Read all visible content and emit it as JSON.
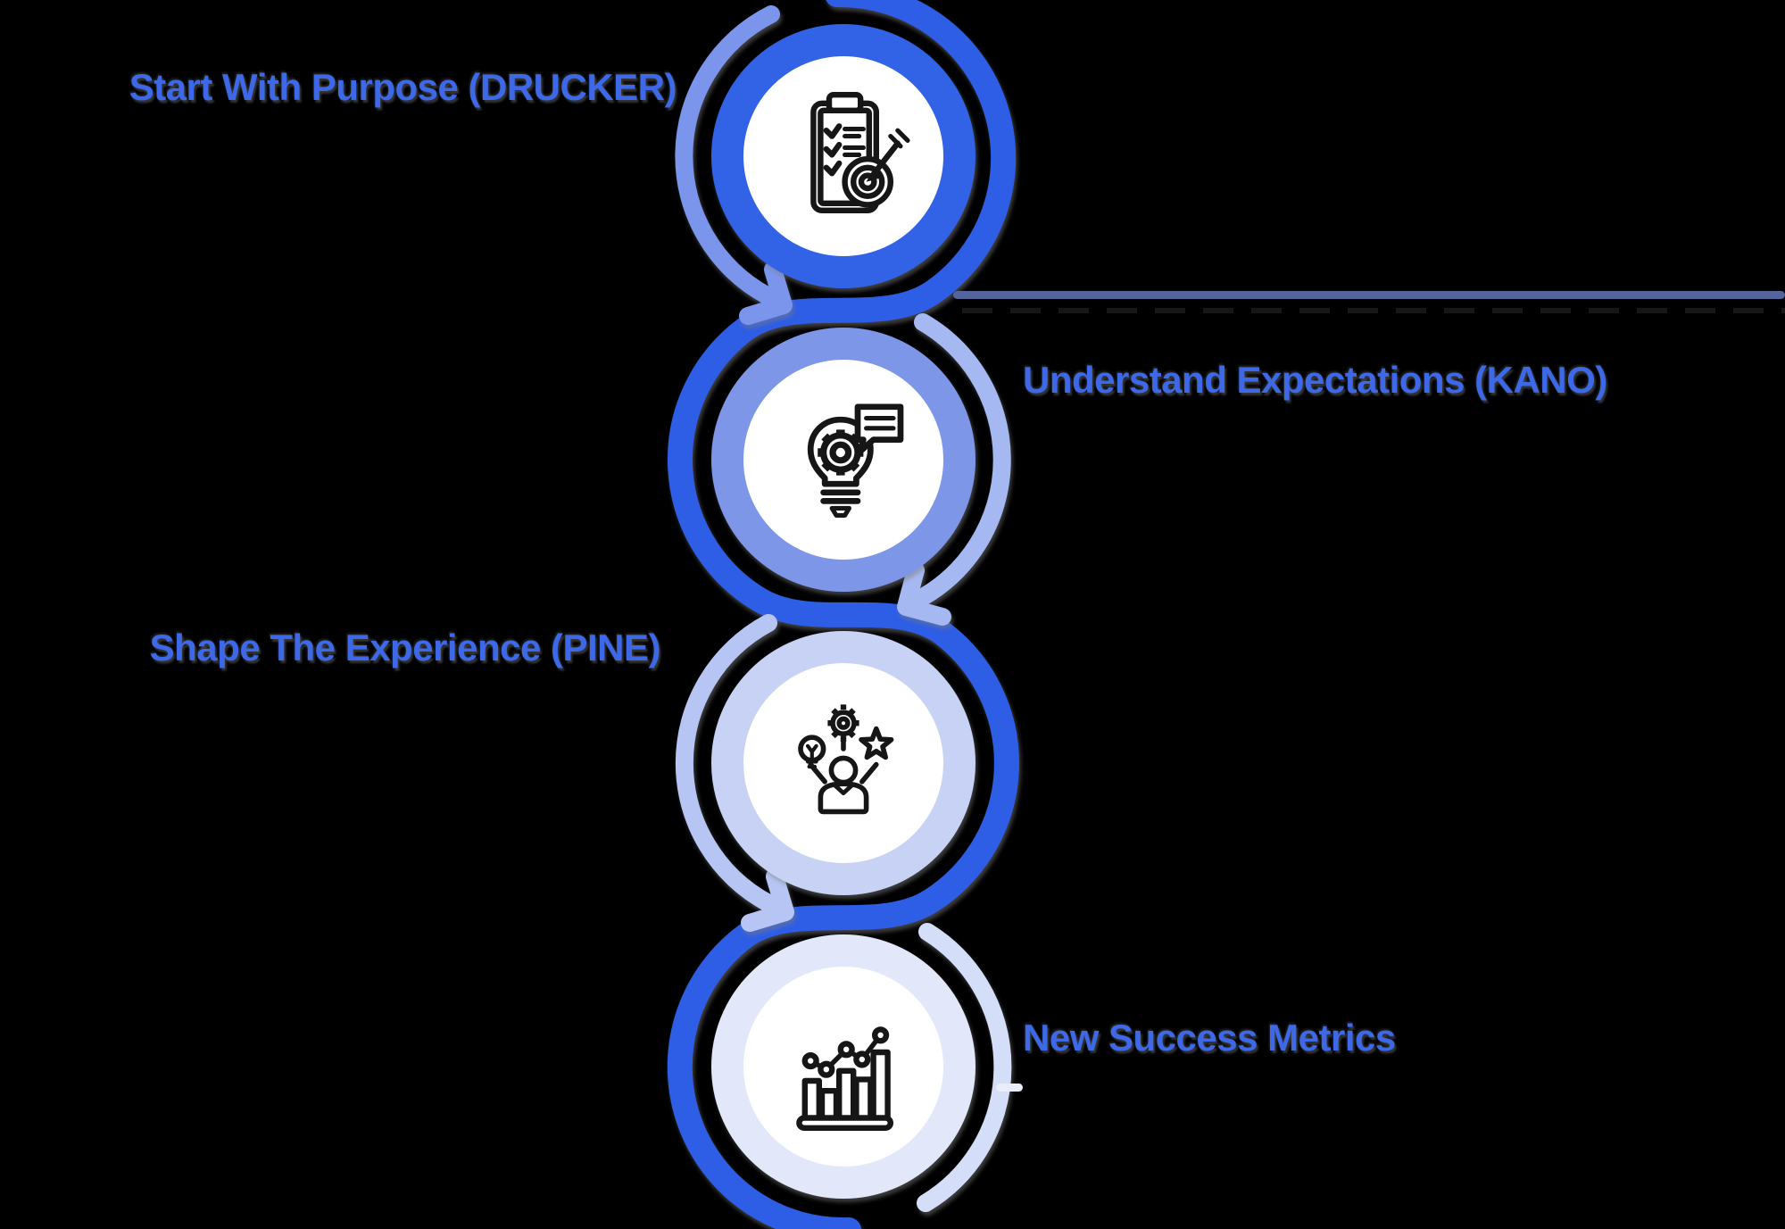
{
  "figure": {
    "kind": "serpentine-process-infographic",
    "step_count": 4
  },
  "steps": [
    {
      "label": "Start With Purpose (DRUCKER)",
      "side": "left",
      "icon": "clipboard-checklist-target-icon",
      "ring_color": "#3162E5",
      "arc_color": "#7C95EC"
    },
    {
      "label": "Understand Expectations (KANO)",
      "side": "right",
      "icon": "lightbulb-gear-message-icon",
      "ring_color": "#7E96E8",
      "arc_color": "#A6B8F2"
    },
    {
      "label": "Shape The Experience (PINE)",
      "side": "left",
      "icon": "person-idea-gear-star-icon",
      "ring_color": "#C7D2F4",
      "arc_color": "#B6C5F4"
    },
    {
      "label": "New Success Metrics",
      "side": "right",
      "icon": "bar-chart-trend-icon",
      "ring_color": "#E2E7F9",
      "arc_color": "#D5DEF8"
    }
  ],
  "colors": {
    "background": "#000000",
    "label_text": "#3D68E8",
    "flow_path": "#2D5DE6",
    "icon_stroke": "#151515",
    "circle_fill": "#FFFFFF",
    "row2_leader_line": "#54659B",
    "row4_tick": "#E9EDF9"
  }
}
